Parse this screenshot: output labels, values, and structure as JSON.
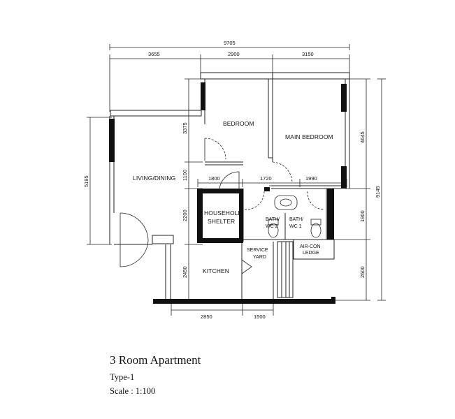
{
  "plan": {
    "title": "3 Room Apartment",
    "type": "Type-1",
    "scale": "Scale : 1:100",
    "rooms": {
      "bedroom": "BEDROOM",
      "main_bedroom": "MAIN BEDROOM",
      "living_dining": "LIVING/DINING",
      "household_shelter_1": "HOUSEHOLD",
      "household_shelter_2": "SHELTER",
      "bath_wc2_1": "BATH/",
      "bath_wc2_2": "WC 2",
      "bath_wc1_1": "BATH/",
      "bath_wc1_2": "WC 1",
      "service_yard_1": "SERVICE",
      "service_yard_2": "YARD",
      "aircon_ledge_1": "AIR-CON",
      "aircon_ledge_2": "LEDGE",
      "kitchen": "KITCHEN"
    },
    "dimensions": {
      "top_total": "9705",
      "top_a": "3655",
      "top_b": "2900",
      "top_c": "3150",
      "mid_a": "1800",
      "mid_b": "1720",
      "mid_c": "1990",
      "bottom_a": "2850",
      "bottom_b": "1500",
      "left_total": "5195",
      "left_a": "3375",
      "left_b": "1100",
      "left_c": "2200",
      "left_d": "2450",
      "right_a": "4645",
      "right_b": "1900",
      "right_c": "2600",
      "right_total": "9145"
    },
    "colors": {
      "wall": "#111111",
      "line": "#222222"
    }
  }
}
